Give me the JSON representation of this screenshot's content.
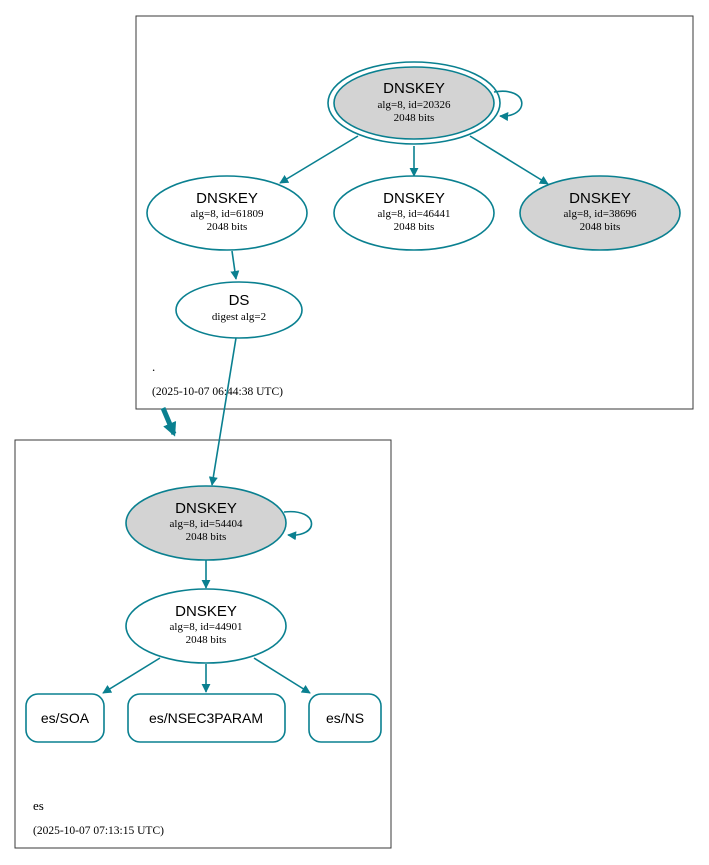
{
  "colors": {
    "edge": "#0a8090",
    "node_fill_secure": "#d3d3d3",
    "node_fill_plain": "#ffffff",
    "cluster_border": "#3a3a3a"
  },
  "zones": {
    "root": {
      "name": ".",
      "timestamp": "(2025-10-07 06:44:38 UTC)"
    },
    "es": {
      "name": "es",
      "timestamp": "(2025-10-07 07:13:15 UTC)"
    }
  },
  "nodes": {
    "root_ksk": {
      "title": "DNSKEY",
      "line1": "alg=8, id=20326",
      "line2": "2048 bits",
      "shaded": true
    },
    "root_zsk1": {
      "title": "DNSKEY",
      "line1": "alg=8, id=61809",
      "line2": "2048 bits",
      "shaded": false
    },
    "root_zsk2": {
      "title": "DNSKEY",
      "line1": "alg=8, id=46441",
      "line2": "2048 bits",
      "shaded": false
    },
    "root_zsk3": {
      "title": "DNSKEY",
      "line1": "alg=8, id=38696",
      "line2": "2048 bits",
      "shaded": true
    },
    "ds": {
      "title": "DS",
      "line1": "digest alg=2"
    },
    "es_ksk": {
      "title": "DNSKEY",
      "line1": "alg=8, id=54404",
      "line2": "2048 bits",
      "shaded": true
    },
    "es_zsk": {
      "title": "DNSKEY",
      "line1": "alg=8, id=44901",
      "line2": "2048 bits",
      "shaded": false
    }
  },
  "records": {
    "soa": "es/SOA",
    "nsec3param": "es/NSEC3PARAM",
    "ns": "es/NS"
  }
}
